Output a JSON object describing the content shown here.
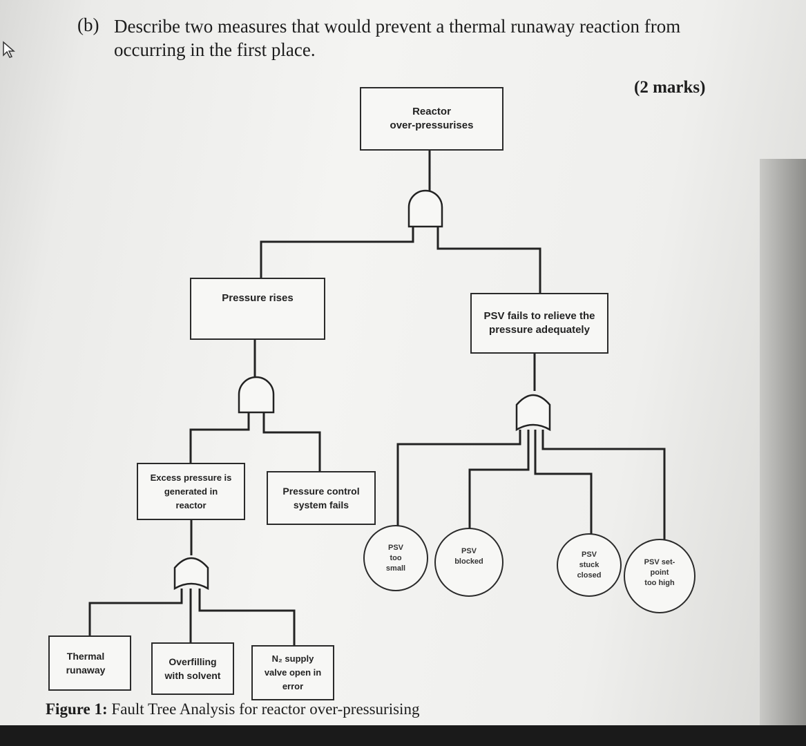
{
  "question": {
    "label": "(b)",
    "text_line1": "Describe two measures that would prevent a thermal runaway reaction from",
    "text_line2": "occurring in the first place.",
    "marks": "(2 marks)"
  },
  "fault_tree": {
    "top_event": "Reactor\nover-pressurises",
    "pressure_rises": "Pressure rises",
    "psv_fails": "PSV fails to relieve the\npressure adequately",
    "excess_pressure": "Excess pressure is\ngenerated in\nreactor",
    "pressure_control": "Pressure control\nsystem fails",
    "thermal_runaway": "Thermal\nrunaway",
    "overfilling": "Overfilling\nwith solvent",
    "n2_supply": "N₂ supply\nvalve open in\nerror",
    "psv_too_small": "PSV\ntoo\nsmall",
    "psv_blocked": "PSV\nblocked",
    "psv_stuck_closed": "PSV\nstuck\nclosed",
    "psv_setpoint": "PSV set-\npoint\ntoo high"
  },
  "caption": {
    "label": "Figure 1:",
    "text": "Fault Tree Analysis for reactor over-pressurising"
  }
}
